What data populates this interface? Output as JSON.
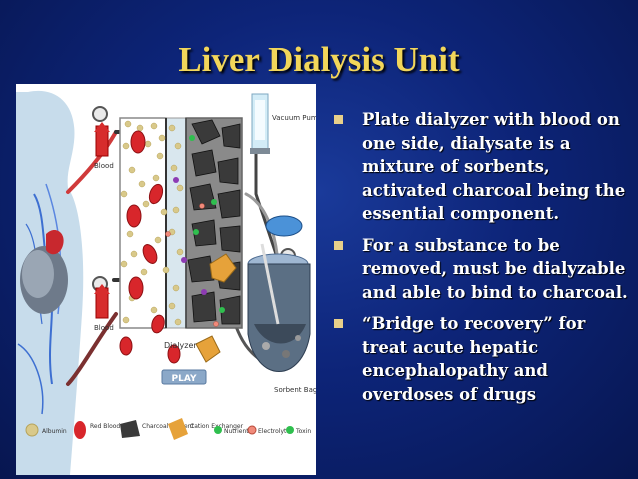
{
  "title": "Liver Dialysis Unit",
  "bullets": [
    "Plate dialyzer with blood on one side, dialysate is a mixture of sorbents, activated charcoal being the essential component.",
    "For a substance to be removed, must be dialyzable and able to bind to charcoal.",
    "“Bridge to recovery” for treat acute hepatic encephalopathy and overdoses of drugs"
  ],
  "diagram": {
    "labels": {
      "vacuum_pump": "Vacuum Pump",
      "blood_in": "Blood",
      "blood_out": "Blood",
      "dialyzer": "Dialyzer",
      "play": "PLAY",
      "sorbent_bag": "Sorbent Bag"
    },
    "legend": [
      {
        "key": "albumin",
        "label": "Albumin"
      },
      {
        "key": "red_blood_cell",
        "label": "Red Blood Cell"
      },
      {
        "key": "charcoal_sorbent",
        "label": "Charcoal Sorbent"
      },
      {
        "key": "cation_exchanger",
        "label": "Cation Exchanger"
      },
      {
        "key": "nutrient",
        "label": "Nutrient"
      },
      {
        "key": "electrolyte",
        "label": "Electrolyte"
      },
      {
        "key": "toxin",
        "label": "Toxin"
      }
    ]
  },
  "colors": {
    "title": "#f2d65a",
    "bullet": "#e8d08a",
    "text": "#ffffff",
    "background": "#0d2478"
  }
}
